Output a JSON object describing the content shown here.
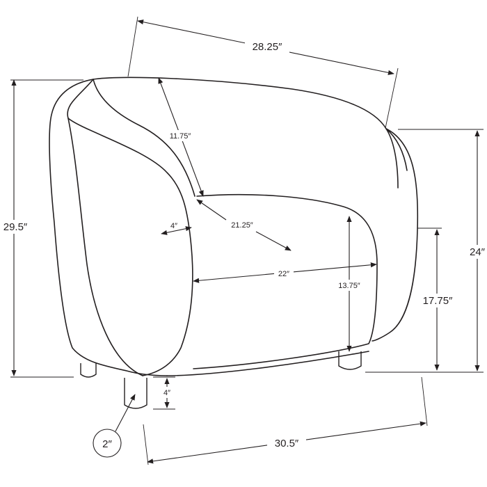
{
  "dimensions": {
    "top_width": "28.25″",
    "total_height": "29.5″",
    "arm_height": "24″",
    "inner_back_height": "11.75″",
    "arm_width": "4″",
    "seat_depth": "21.25″",
    "seat_width": "22″",
    "seat_from_base": "13.75″",
    "seat_height": "17.75″",
    "leg_height": "4″",
    "leg_diameter": "2″",
    "total_width": "30.5″"
  },
  "colors": {
    "line": "#231f20",
    "background": "#ffffff"
  }
}
